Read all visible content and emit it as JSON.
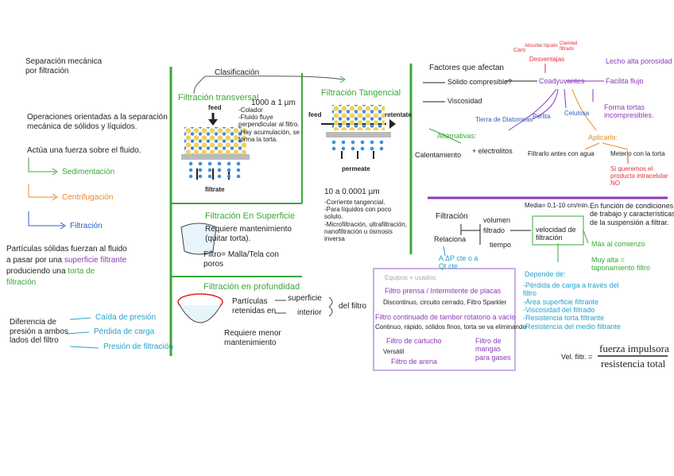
{
  "left": {
    "title": "Separación mecánica\npor filtración",
    "ops": "Operaciones orientadas a la separación\nmecánica de sólidos y líquidos.",
    "force": "Actúa una fuerza sobre el fluido.",
    "sedimentacion": "Sedimentación",
    "centrifugacion": "Centrifugación",
    "filtracion": "Filtración",
    "particulas_1": "Partículas sólidas fuerzan al fluido",
    "particulas_2a": "a pasar por una ",
    "particulas_2b": "superficie filtrante",
    "particulas_3a": "produciendo una ",
    "particulas_3b": "torta de",
    "particulas_4": "filtración",
    "diferencia": "Diferencia de\npresión a ambos\nlados del filtro",
    "caida": "Caída de presión",
    "perdida": "Pérdida de carga",
    "presion": "Presión de filtración"
  },
  "middle": {
    "clasificacion": "Clasificación",
    "transversal": "Filtración transversal",
    "size_t": "1000 a 1 µm",
    "notes_t": "-Colador\n-Fluido fluye\nperpendicular al filtro.\n-Hay acumulación, se\nforma la torta.",
    "feed": "feed",
    "filtrate": "filtrate",
    "tangencial": "Filtración Tangencial",
    "feed2": "feed",
    "retentate": "retentate",
    "permeate": "permeate",
    "size_g": "10 a 0.0001 µm",
    "notes_g": "-Corriente tangencial.\n-Para líquidos con poco\nsoluto.\n-Microfiltración, ultrafiltración,\nnanofiltración u ósmosis\ninversa",
    "superficie_title": "Filtración En Superficie",
    "superficie_text": "Requiere mantenimiento\n(quitar torta).",
    "filtro_text": "Filtro= Malla/Tela con\nporos",
    "profundidad_title": "Filtración en profundidad",
    "particulas": "Partículas\nretenidas en",
    "superficie": "superficie",
    "interior": "interior",
    "del_filtro": "del filtro",
    "menor": "Requiere menor\nmantenimiento"
  },
  "right_top": {
    "factores": "Factores que afectan",
    "solido": "Sólido compresible?",
    "viscosidad": "Viscosidad",
    "coadyuvantes": "Coadyuvantes",
    "caro": "Caro",
    "absorbe": "Absorbe líquido",
    "claridad": "Claridad\nfiltrado",
    "desventajas": "Desventajas",
    "lecho": "Lecho alta porosidad",
    "facilita": "Facilita flujo",
    "forma": "Forma tortas\nincompresibles.",
    "tierra": "Tierra de Diatomeas",
    "perlita": "Perlita",
    "celulosa": "Celulosa",
    "alternativas": "Alternativas:",
    "calentamiento": "Calentamiento",
    "electrolitos": "+ electrolitos",
    "aplicarlo": "Aplicarlo:",
    "filtrarlo": "Filtrarlo antes con agua",
    "meterlo": "Meterlo con la torta",
    "si_queremos": "Si queremos el\nproducto intracelular\nNO"
  },
  "right_bottom": {
    "filtracion": "Filtración",
    "relaciona": "Relaciona",
    "volumen": "volumen",
    "filtrado": "filtrado",
    "tiempo": "tiempo",
    "velocidad": "velocidad de\nfiltración",
    "media": "Media= 0,1-10 cm/min.",
    "condiciones": "En función de condiciones\nde trabajo y características\nde la suspensión a filtrar.",
    "max": "Máx al comienzo",
    "muy_alta": "Muy alta =\ntaponamiento filtro",
    "delta": "A ΔP cte o a\nQt cte",
    "depende": "Depende de:",
    "dep_list": "-Pérdida de carga a través del\nfiltro\n-Área superficie filtrante\n-Viscosidad del filtrado\n-Resistencia torta filtrante\n-Resistencia del medio filtrante",
    "vel_label": "Vel. filtr. =",
    "numerador": "fuerza impulsora",
    "denominador": "resistencia total"
  },
  "equipos": {
    "title": "Equipos + usados:",
    "prensa": "Filtro prensa / Intermitente de placas",
    "prensa_sub": "Discontinuo, circuito cerrado, Filtro Sparkler",
    "tambor": "Filtro continuado de tambor rotatorio a vacío",
    "tambor_sub": "Continuo, rápido, sólidos finos, torta se va eliminando",
    "cartucho": "Filtro de cartucho",
    "versatil": "Versátil",
    "arena": "Filtro de arena",
    "mangas": "Filtro de\nmangas\npara gases"
  }
}
